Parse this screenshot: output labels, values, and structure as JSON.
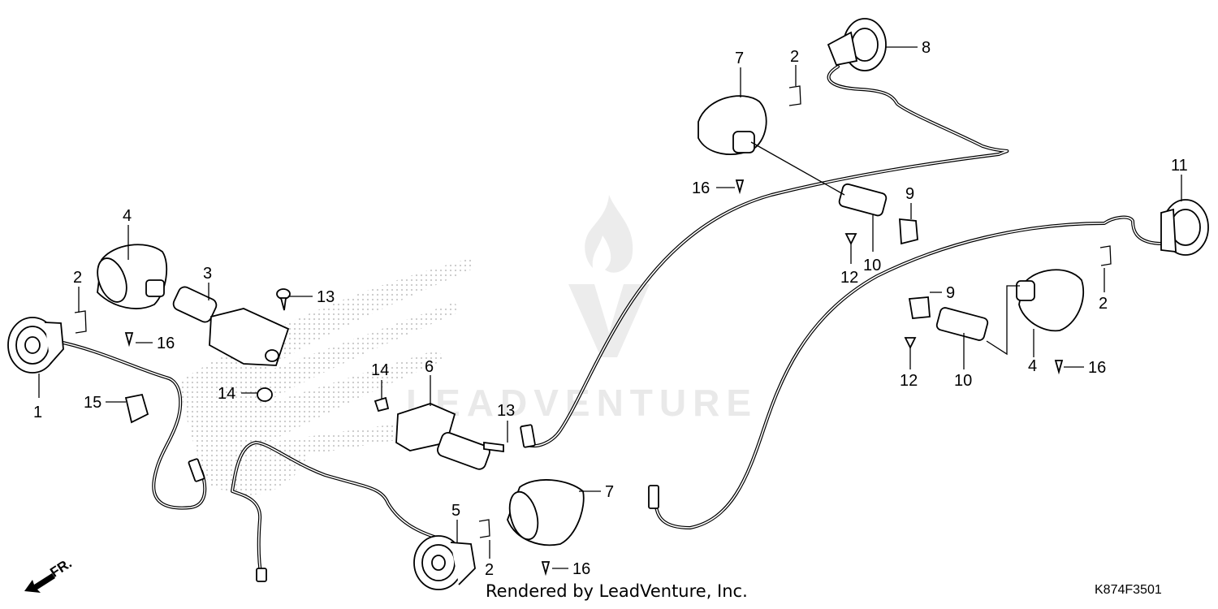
{
  "watermark": {
    "text": "LEADVENTURE"
  },
  "direction_marker": {
    "label": "FR."
  },
  "callouts": [
    {
      "id": "c1",
      "text": "1"
    },
    {
      "id": "c2a",
      "text": "2"
    },
    {
      "id": "c2b",
      "text": "2"
    },
    {
      "id": "c2c",
      "text": "2"
    },
    {
      "id": "c2d",
      "text": "2"
    },
    {
      "id": "c3",
      "text": "3"
    },
    {
      "id": "c4a",
      "text": "4"
    },
    {
      "id": "c4b",
      "text": "4"
    },
    {
      "id": "c5",
      "text": "5"
    },
    {
      "id": "c6",
      "text": "6"
    },
    {
      "id": "c7a",
      "text": "7"
    },
    {
      "id": "c7b",
      "text": "7"
    },
    {
      "id": "c8",
      "text": "8"
    },
    {
      "id": "c9a",
      "text": "9"
    },
    {
      "id": "c9b",
      "text": "9"
    },
    {
      "id": "c10a",
      "text": "10"
    },
    {
      "id": "c10b",
      "text": "10"
    },
    {
      "id": "c11",
      "text": "11"
    },
    {
      "id": "c12a",
      "text": "12"
    },
    {
      "id": "c12b",
      "text": "12"
    },
    {
      "id": "c13a",
      "text": "13"
    },
    {
      "id": "c13b",
      "text": "13"
    },
    {
      "id": "c14a",
      "text": "14"
    },
    {
      "id": "c14b",
      "text": "14"
    },
    {
      "id": "c15",
      "text": "15"
    },
    {
      "id": "c16a",
      "text": "16"
    },
    {
      "id": "c16b",
      "text": "16"
    },
    {
      "id": "c16c",
      "text": "16"
    },
    {
      "id": "c16d",
      "text": "16"
    }
  ],
  "footer": {
    "rendered_by": "Rendered by LeadVenture, Inc.",
    "diagram_code": "K874F3501"
  }
}
